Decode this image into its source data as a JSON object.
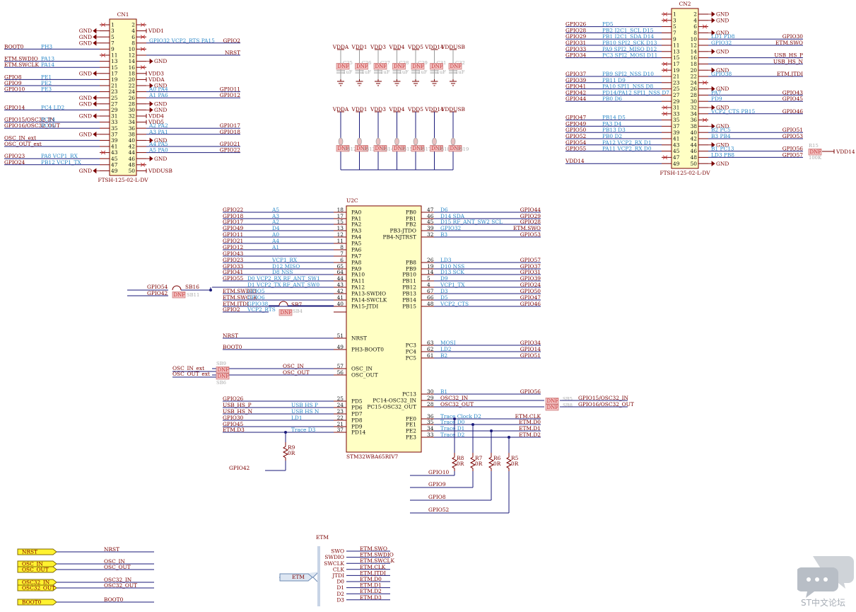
{
  "cn1": {
    "title": "CN1",
    "part": "FTSH-125-02-L-DV",
    "rows": [
      {
        "l": "",
        "lb": "",
        "ln": "1",
        "rn": "2",
        "rb": "",
        "r": ""
      },
      {
        "l": "GND",
        "lb": "",
        "ln": "3",
        "rn": "4",
        "rb": "",
        "r": "VDD1"
      },
      {
        "l": "GND",
        "lb": "",
        "ln": "5",
        "rn": "6",
        "rb": "",
        "r": ""
      },
      {
        "l": "GND",
        "lb": "",
        "ln": "7",
        "rn": "8",
        "rb": "GPIO32  VCP2_RTS  PA15",
        "r": "GPIO2"
      },
      {
        "l": "BOOT0",
        "lb": "PH3",
        "ln": "9",
        "rn": "10",
        "rb": "",
        "r": ""
      },
      {
        "l": "",
        "lb": "",
        "ln": "11",
        "rn": "12",
        "rb": "",
        "r": "NRST"
      },
      {
        "l": "ETM.SWDIO",
        "lb": "PA13",
        "ln": "13",
        "rn": "14",
        "rb": "",
        "r": "GND"
      },
      {
        "l": "ETM.SWCLK",
        "lb": "PA14",
        "ln": "15",
        "rn": "16",
        "rb": "",
        "r": ""
      },
      {
        "l": "GND",
        "lb": "",
        "ln": "17",
        "rn": "18",
        "rb": "",
        "r": "VDD3"
      },
      {
        "l": "GPIO8",
        "lb": "PE1",
        "ln": "19",
        "rn": "20",
        "rb": "",
        "r": "VDDA"
      },
      {
        "l": "GPIO9",
        "lb": "PE2",
        "ln": "21",
        "rn": "22",
        "rb": "",
        "r": "GND"
      },
      {
        "l": "GPIO10",
        "lb": "PE3",
        "ln": "23",
        "rn": "24",
        "rb": "A0  PA4",
        "r": "GPIO11"
      },
      {
        "l": "GND",
        "lb": "",
        "ln": "25",
        "rn": "26",
        "rb": "A1  PA6",
        "r": "GPIO12"
      },
      {
        "l": "GND",
        "lb": "",
        "ln": "27",
        "rn": "28",
        "rb": "",
        "r": "GND"
      },
      {
        "l": "GPIO14",
        "lb": "PC4  LD2",
        "ln": "29",
        "rn": "30",
        "rb": "",
        "r": "GND"
      },
      {
        "l": "GND",
        "lb": "",
        "ln": "31",
        "rn": "32",
        "rb": "",
        "r": "VDD4"
      },
      {
        "l": "GPIO15/OSC32_IN",
        "lb": "PC14",
        "ln": "33",
        "rn": "34",
        "rb": "",
        "r": "VDD5"
      },
      {
        "l": "GPIO16/OSC32_OUT",
        "lb": "PC15",
        "ln": "35",
        "rn": "36",
        "rb": "A2  PA2",
        "r": "GPIO17"
      },
      {
        "l": "GND",
        "lb": "",
        "ln": "37",
        "rn": "38",
        "rb": "A3  PA1",
        "r": "GPIO18"
      },
      {
        "l": "OSC_IN_ext",
        "lb": "",
        "ln": "39",
        "rn": "40",
        "rb": "",
        "r": "GND"
      },
      {
        "l": "OSC_OUT_ext",
        "lb": "",
        "ln": "41",
        "rn": "42",
        "rb": "A4  PA5",
        "r": "GPIO21"
      },
      {
        "l": "",
        "lb": "",
        "ln": "43",
        "rn": "44",
        "rb": "A5  PA0",
        "r": "GPIO22"
      },
      {
        "l": "GPIO23",
        "lb": "PA8   VCP1_RX",
        "ln": "45",
        "rn": "46",
        "rb": "",
        "r": "GND"
      },
      {
        "l": "GPIO24",
        "lb": "PB12  VCP1_TX",
        "ln": "47",
        "rn": "48",
        "rb": "",
        "r": ""
      },
      {
        "l": "GND",
        "lb": "",
        "ln": "49",
        "rn": "50",
        "rb": "",
        "r": "VDDUSB"
      }
    ]
  },
  "cn2": {
    "title": "CN2",
    "part": "FTSH-125-02-L-DV",
    "rows": [
      {
        "l": "",
        "lb": "",
        "ln": "1",
        "rn": "2",
        "rb": "",
        "r": "GND"
      },
      {
        "l": "",
        "lb": "",
        "ln": "3",
        "rn": "4",
        "rb": "",
        "r": "GND"
      },
      {
        "l": "GPIO26",
        "lb": "PD5",
        "ln": "5",
        "rn": "6",
        "rb": "",
        "r": ""
      },
      {
        "l": "GPIO28",
        "lb": "PB2       I2C1_SCL    D15",
        "ln": "7",
        "rn": "8",
        "rb": "",
        "r": "GND"
      },
      {
        "l": "GPIO29",
        "lb": "PB1       I2C1_SDA    D14",
        "ln": "9",
        "rn": "10",
        "rb": "LD1    PD8",
        "r": "GPIO30"
      },
      {
        "l": "GPIO31",
        "lb": "PB10      SPI2_SCK    D13",
        "ln": "11",
        "rn": "12",
        "rb": "GPIO32",
        "r": "ETM.SWO"
      },
      {
        "l": "GPIO33",
        "lb": "PA9       SPI2_MISO  D12",
        "ln": "13",
        "rn": "14",
        "rb": "",
        "r": "GND"
      },
      {
        "l": "GPIO34",
        "lb": "PC3       SPI2_MOSI  D11",
        "ln": "15",
        "rn": "16",
        "rb": "",
        "r": "USB_HS_P"
      },
      {
        "l": "",
        "lb": "",
        "ln": "17",
        "rn": "18",
        "rb": "",
        "r": "USB_HS_N"
      },
      {
        "l": "",
        "lb": "",
        "ln": "19",
        "rn": "20",
        "rb": "",
        "r": "GND"
      },
      {
        "l": "GPIO37",
        "lb": "PB9       SPI2_NSS   D10",
        "ln": "21",
        "rn": "22",
        "rb": "GPIO38",
        "r": "ETM.JTDI"
      },
      {
        "l": "GPIO39",
        "lb": "PB11                 D9",
        "ln": "23",
        "rn": "24",
        "rb": "",
        "r": ""
      },
      {
        "l": "GPIO41",
        "lb": "PA10    SPI1_NSS    D8",
        "ln": "25",
        "rn": "26",
        "rb": "",
        "r": "GND"
      },
      {
        "l": "GPIO42",
        "lb": "PD14/PA12  SPI1_NSS  D7",
        "ln": "27",
        "rn": "28",
        "rb": "PA7",
        "r": "GPIO43"
      },
      {
        "l": "GPIO44",
        "lb": "PB0                  D6",
        "ln": "29",
        "rn": "30",
        "rb": "PD9",
        "r": "GPIO45"
      },
      {
        "l": "",
        "lb": "",
        "ln": "31",
        "rn": "32",
        "rb": "",
        "r": "GND"
      },
      {
        "l": "",
        "lb": "",
        "ln": "33",
        "rn": "34",
        "rb": "VCP2_CTS  PB15",
        "r": "GPIO46"
      },
      {
        "l": "GPIO47",
        "lb": "PB14                 D5",
        "ln": "35",
        "rn": "36",
        "rb": "",
        "r": ""
      },
      {
        "l": "GPIO49",
        "lb": "PA3                  D4",
        "ln": "37",
        "rn": "38",
        "rb": "",
        "r": "GND"
      },
      {
        "l": "GPIO50",
        "lb": "PB13                 D3",
        "ln": "39",
        "rn": "40",
        "rb": "B2    PC5",
        "r": "GPIO51"
      },
      {
        "l": "GPIO52",
        "lb": "PB0                  D2",
        "ln": "41",
        "rn": "42",
        "rb": "B3    PB4",
        "r": "GPIO53"
      },
      {
        "l": "GPIO54",
        "lb": "PA12    VCP2_RX    D1",
        "ln": "43",
        "rn": "44",
        "rb": "",
        "r": "GND"
      },
      {
        "l": "GPIO55",
        "lb": "PA11    VCP2_RX    D0",
        "ln": "45",
        "rn": "46",
        "rb": "B1    PC13",
        "r": "GPIO56"
      },
      {
        "l": "",
        "lb": "",
        "ln": "47",
        "rn": "48",
        "rb": "LD3    PB8",
        "r": "GPIO57"
      },
      {
        "l": "VDD14",
        "lb": "",
        "ln": "49",
        "rn": "50",
        "rb": "",
        "r": "GND"
      }
    ],
    "r15": {
      "ref": "R15",
      "dnf": "DNF",
      "value": "100K",
      "net": "VDD14"
    }
  },
  "decoupling": {
    "top_nets": [
      "VDDA",
      "VDD1",
      "VDD3",
      "VDD4",
      "VDD5",
      "VDD14",
      "VDDUSB"
    ],
    "top_refs": [
      "C25",
      "C26",
      "C27",
      "C28",
      "C29",
      "C31",
      "C32"
    ],
    "value": "1uF",
    "dnf": "DNF",
    "bottom_nets": [
      "VDDA",
      "VDD1",
      "VDD3",
      "VDD4",
      "VDD5",
      "VDD14",
      "VDDUSB"
    ],
    "bottom_refs": [
      "SB12",
      "SB13",
      "SB14",
      "SB15",
      "SB17",
      "SB18",
      "SB19"
    ]
  },
  "u2c": {
    "ref": "U2C",
    "part": "STM32WBA65RIV7",
    "left_pins": [
      {
        "name": "PA0",
        "num": "18",
        "net": "GPIO22",
        "fn": "A5"
      },
      {
        "name": "PA1",
        "num": "17",
        "net": "GPIO18",
        "fn": "A3"
      },
      {
        "name": "PA2",
        "num": "15",
        "net": "GPIO17",
        "fn": "A2"
      },
      {
        "name": "PA3",
        "num": "13",
        "net": "GPIO49",
        "fn": "D4"
      },
      {
        "name": "PA4",
        "num": "12",
        "net": "GPIO11",
        "fn": "A0"
      },
      {
        "name": "PA5",
        "num": "11",
        "net": "GPIO21",
        "fn": "A4"
      },
      {
        "name": "PA6",
        "num": "8",
        "net": "GPIO12",
        "fn": "A1"
      },
      {
        "name": "PA7",
        "num": "7",
        "net": "GPIO43",
        "fn": ""
      },
      {
        "name": "PA8",
        "num": "6",
        "net": "GPIO23",
        "fn": "VCP1_RX"
      },
      {
        "name": "PA9",
        "num": "65",
        "net": "GPIO33",
        "fn": "D12  MISO"
      },
      {
        "name": "PA10",
        "num": "64",
        "net": "GPIO41",
        "fn": "D8  NSS"
      },
      {
        "name": "PA11",
        "num": "44",
        "net": "GPIO55",
        "fn": "D0   VCP2_RX   RF_ANT_SW1"
      },
      {
        "name": "PA12",
        "num": "43",
        "net": "",
        "fn": "D1   VCP2_TX   RF_ANT_SW0"
      },
      {
        "name": "PA13-SWDIO",
        "num": "42",
        "net": "ETM.SWDIO",
        "fn": "GPIO5"
      },
      {
        "name": "PA14-SWCLK",
        "num": "41",
        "net": "ETM.SWCLK",
        "fn": "GPIO6"
      },
      {
        "name": "PA15-JTDI",
        "num": "40",
        "net": "ETM.JTDI",
        "fn": "GPIO38"
      },
      {
        "name": "",
        "num": "",
        "net": "GPIO2",
        "fn": "VCP2_RTS"
      },
      {
        "name": "NRST",
        "num": "51",
        "net": "NRST",
        "fn": ""
      },
      {
        "name": "PH3-BOOT0",
        "num": "49",
        "net": "BOOT0",
        "fn": ""
      },
      {
        "name": "OSC_IN",
        "num": "57",
        "net": "",
        "fn": "OSC_IN"
      },
      {
        "name": "OSC_OUT",
        "num": "56",
        "net": "",
        "fn": "OSC_OUT"
      },
      {
        "name": "PD5",
        "num": "25",
        "net": "GPIO26",
        "fn": ""
      },
      {
        "name": "PD6",
        "num": "24",
        "net": "USB_HS_P",
        "fn": "USB HS P"
      },
      {
        "name": "PD7",
        "num": "23",
        "net": "USB_HS_N",
        "fn": "USB HS N"
      },
      {
        "name": "PD8",
        "num": "22",
        "net": "GPIO30",
        "fn": "LD1"
      },
      {
        "name": "PD9",
        "num": "21",
        "net": "GPIO45",
        "fn": ""
      },
      {
        "name": "PD14",
        "num": "37",
        "net": "ETM.D3",
        "fn": "Trace D3"
      }
    ],
    "right_pins": [
      {
        "name": "PB0",
        "num": "47",
        "net": "GPIO44",
        "fn": "D6"
      },
      {
        "name": "PB1",
        "num": "46",
        "net": "GPIO29",
        "fn": "D14                SDA"
      },
      {
        "name": "PB2",
        "num": "45",
        "net": "GPIO28",
        "fn": "D15  RF_ANT_SW2   SCL"
      },
      {
        "name": "PB3-JTDO",
        "num": "39",
        "net": "ETM.SWO",
        "fn": "GPIO32"
      },
      {
        "name": "PB4-NJTRST",
        "num": "32",
        "net": "GPIO53",
        "fn": "B3"
      },
      {
        "name": "PB8",
        "num": "26",
        "net": "GPIO57",
        "fn": "LD3"
      },
      {
        "name": "PB9",
        "num": "19",
        "net": "GPIO37",
        "fn": "D10       NSS"
      },
      {
        "name": "PB10",
        "num": "14",
        "net": "GPIO31",
        "fn": "D13       SCK"
      },
      {
        "name": "PB11",
        "num": "5",
        "net": "GPIO39",
        "fn": "D9"
      },
      {
        "name": "PB12",
        "num": "4",
        "net": "GPIO24",
        "fn": "VCP1_TX"
      },
      {
        "name": "PB13",
        "num": "67",
        "net": "GPIO50",
        "fn": "D3"
      },
      {
        "name": "PB14",
        "num": "66",
        "net": "GPIO47",
        "fn": "D5"
      },
      {
        "name": "PB15",
        "num": "48",
        "net": "GPIO46",
        "fn": "VCP2_CTS"
      },
      {
        "name": "PC3",
        "num": "63",
        "net": "GPIO34",
        "fn": "MOSI"
      },
      {
        "name": "PC4",
        "num": "62",
        "net": "GPIO14",
        "fn": "LD2"
      },
      {
        "name": "PC5",
        "num": "61",
        "net": "GPIO51",
        "fn": "B2"
      },
      {
        "name": "PC13",
        "num": "30",
        "net": "GPIO56",
        "fn": "B1"
      },
      {
        "name": "PC14-OSC32_IN",
        "num": "29",
        "net": "",
        "fn": "OSC32_IN"
      },
      {
        "name": "PC15-OSC32_OUT",
        "num": "28",
        "net": "",
        "fn": "OSC32_OUT"
      },
      {
        "name": "PE0",
        "num": "36",
        "net": "ETM.CLK",
        "fn": "Trace Clock   D2"
      },
      {
        "name": "PE1",
        "num": "35",
        "net": "ETM.D0",
        "fn": "Trace D0"
      },
      {
        "name": "PE2",
        "num": "34",
        "net": "ETM.D1",
        "fn": "Trace D1"
      },
      {
        "name": "PE3",
        "num": "33",
        "net": "ETM.D2",
        "fn": "Trace D2"
      }
    ]
  },
  "solder_bridges": {
    "sb16": {
      "ref": "SB16",
      "dnf": "DNF",
      "ref2": "SB11",
      "nets": [
        "GPIO54",
        "GPIO42"
      ]
    },
    "sb7": {
      "ref": "SB7",
      "dnf": "DNF",
      "ref2": "SB4"
    },
    "osc_hse": {
      "refs": [
        "SB9",
        "SB6"
      ],
      "dnf": "DNF",
      "nets": [
        "OSC_IN_ext",
        "OSC_OUT_ext"
      ]
    },
    "osc_lse": {
      "refs": [
        "SB5",
        "SB8"
      ],
      "dnf": "DNF",
      "nets": [
        "GPIO15/OSC32_IN",
        "GPIO16/OSC32_OUT"
      ]
    }
  },
  "resistors": [
    {
      "ref": "R9",
      "value": "0R",
      "net": "GPIO42"
    },
    {
      "ref": "R8",
      "value": "0R",
      "net": "GPIO10"
    },
    {
      "ref": "R7",
      "value": "0R",
      "net": "GPIO9"
    },
    {
      "ref": "R6",
      "value": "0R",
      "net": "GPIO8"
    },
    {
      "ref": "R5",
      "value": "0R",
      "net": "GPIO52"
    }
  ],
  "ports": [
    {
      "label": "NRST",
      "net": "NRST"
    },
    {
      "label": "OSC_IN",
      "net": "OSC_IN"
    },
    {
      "label": "OSC_OUT",
      "net": "OSC_OUT"
    },
    {
      "label": "OSC32_IN",
      "net": "OSC32_IN"
    },
    {
      "label": "OSC32_OUT",
      "net": "OSC32_OUT"
    },
    {
      "label": "BOOT0",
      "net": "BOOT0"
    }
  ],
  "etm": {
    "title": "ETM",
    "port": "ETM",
    "signals": [
      {
        "pin": "SWO",
        "net": "ETM.SWO"
      },
      {
        "pin": "SWDIO",
        "net": "ETM.SWDIO"
      },
      {
        "pin": "SWCLK",
        "net": "ETM.SWCLK"
      },
      {
        "pin": "CLK",
        "net": "ETM.CLK"
      },
      {
        "pin": "JTDI",
        "net": "ETM.JTDI"
      },
      {
        "pin": "D0",
        "net": "ETM.D0"
      },
      {
        "pin": "D1",
        "net": "ETM.D1"
      },
      {
        "pin": "D2",
        "net": "ETM.D2"
      },
      {
        "pin": "D3",
        "net": "ETM.D3"
      }
    ]
  },
  "watermark": "ST中文论坛"
}
